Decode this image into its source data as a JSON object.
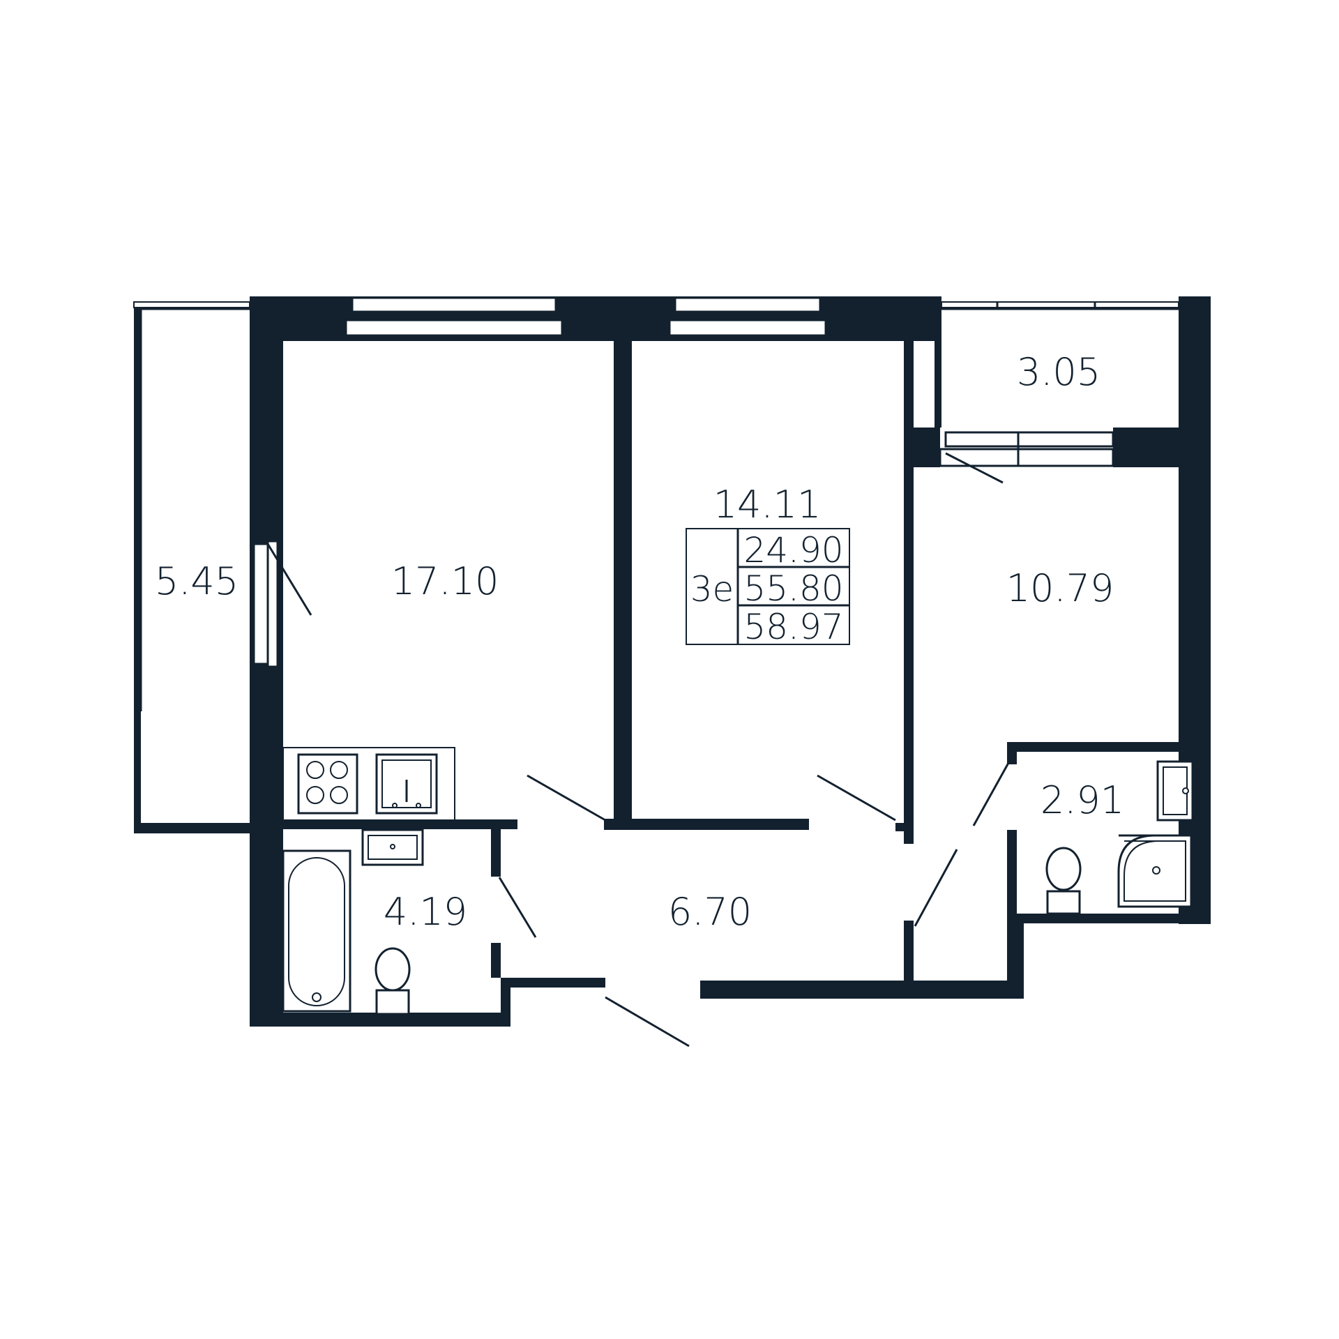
{
  "plan": {
    "apartment_type": "3е",
    "areas": {
      "living": "24.90",
      "total": "55.80",
      "total_with_balcony": "58.97"
    },
    "rooms": {
      "loggia_left": "5.45",
      "kitchen_living": "17.10",
      "bedroom": "14.11",
      "balcony_right": "3.05",
      "room_right": "10.79",
      "bathroom": "4.19",
      "hallway": "6.70",
      "wc": "2.91"
    },
    "colors": {
      "wall": "#13212f",
      "background": "#ffffff"
    }
  }
}
